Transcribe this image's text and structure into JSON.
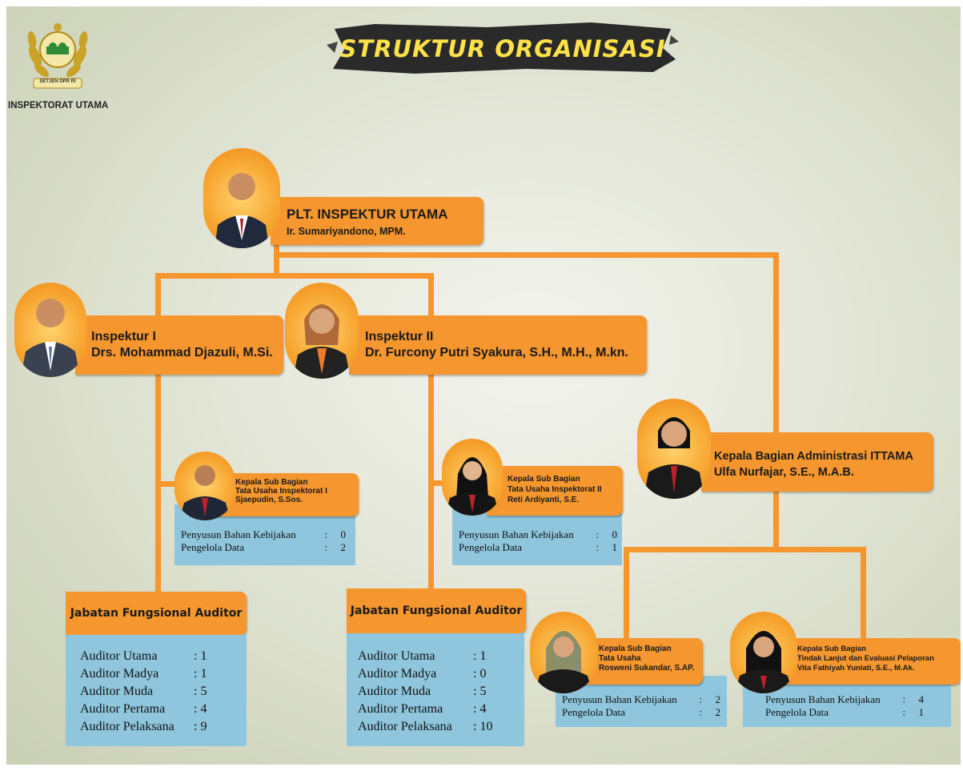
{
  "header": {
    "title": "STRUKTUR ORGANISASI",
    "logo_text": "SETJEN DPR RI",
    "unit_label": "INSPEKTORAT UTAMA"
  },
  "colors": {
    "accent_orange": "#f5962e",
    "info_blue": "#8fc6dd",
    "title_plate": "#2a2a2a",
    "title_text": "#ffe24a"
  },
  "chief": {
    "role": "PLT. INSPEKTUR UTAMA",
    "name": "Ir. Sumariyandono, MPM."
  },
  "inspektur1": {
    "role": "Inspektur I",
    "name": "Drs. Mohammad Djazuli, M.Si."
  },
  "inspektur2": {
    "role": "Inspektur II",
    "name": "Dr. Furcony Putri Syakura, S.H., M.H., M.kn."
  },
  "kabag": {
    "role": "Kepala Bagian Administrasi ITTAMA",
    "name": "Ulfa Nurfajar, S.E., M.A.B."
  },
  "subbag1": {
    "line1": "Kepala Sub Bagian",
    "line2": "Tata Usaha Inspektorat I",
    "name": "Sjaepudin, S.Sos.",
    "rows": [
      {
        "label": "Penyusun Bahan Kebijakan",
        "sep": ":",
        "value": "0"
      },
      {
        "label": "Pengelola Data",
        "sep": ":",
        "value": "2"
      }
    ]
  },
  "subbag2": {
    "line1": "Kepala Sub Bagian",
    "line2": "Tata Usaha Inspektorat II",
    "name": "Reti Ardiyanti, S.E.",
    "rows": [
      {
        "label": "Penyusun Bahan Kebijakan",
        "sep": ":",
        "value": "0"
      },
      {
        "label": "Pengelola Data",
        "sep": ":",
        "value": "1"
      }
    ]
  },
  "subbag3": {
    "line1": "Kepala Sub Bagian",
    "line2": "Tata Usaha",
    "name": "Rosweni Sukandar, S.AP.",
    "rows": [
      {
        "label": "Penyusun Bahan Kebijakan",
        "sep": ":",
        "value": "2"
      },
      {
        "label": "Pengelola Data",
        "sep": ":",
        "value": "2"
      }
    ]
  },
  "subbag4": {
    "line1": "Kepala Sub Bagian",
    "line2": "Tindak Lanjut dan Evaluasi Pelaporan",
    "name": "Vita Fathiyah Yuniati, S.E., M.Ak.",
    "rows": [
      {
        "label": "Penyusun Bahan Kebijakan",
        "sep": ":",
        "value": "4"
      },
      {
        "label": "Pengelola Data",
        "sep": ":",
        "value": "1"
      }
    ]
  },
  "jfa1": {
    "title": "Jabatan Fungsional Auditor",
    "rows": [
      {
        "label": "Auditor Utama",
        "value": ": 1"
      },
      {
        "label": "Auditor Madya",
        "value": ": 1"
      },
      {
        "label": "Auditor Muda",
        "value": ": 5"
      },
      {
        "label": "Auditor Pertama",
        "value": ": 4"
      },
      {
        "label": "Auditor Pelaksana",
        "value": ": 9"
      }
    ]
  },
  "jfa2": {
    "title": "Jabatan Fungsional Auditor",
    "rows": [
      {
        "label": "Auditor Utama",
        "value": ": 1"
      },
      {
        "label": "Auditor Madya",
        "value": ": 0"
      },
      {
        "label": "Auditor Muda",
        "value": ": 5"
      },
      {
        "label": "Auditor Pertama",
        "value": ": 4"
      },
      {
        "label": "Auditor Pelaksana",
        "value": ": 10"
      }
    ]
  }
}
